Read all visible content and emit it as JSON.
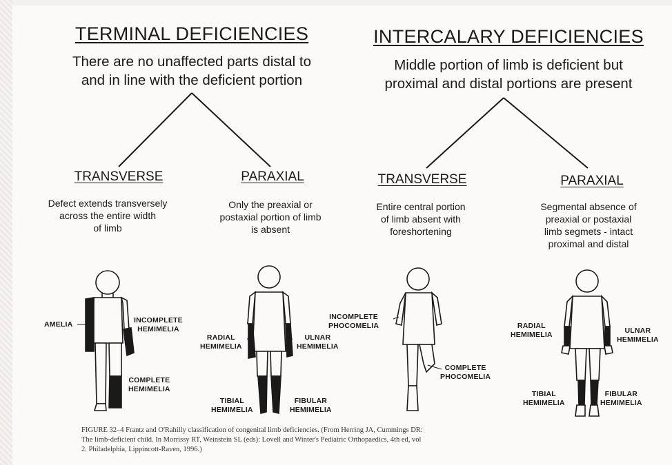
{
  "terminal": {
    "title": "TERMINAL DEFICIENCIES",
    "line1": "There are no unaffected parts distal to",
    "line2": "and in line with the deficient portion",
    "transverse": {
      "title": "TRANSVERSE",
      "lines": [
        "Defect extends transversely",
        "across the entire width",
        "of limb"
      ],
      "labels": {
        "amelia": "AMELIA",
        "incomplete_1": "INCOMPLETE",
        "incomplete_2": "HEMIMELIA",
        "complete_1": "COMPLETE",
        "complete_2": "HEMIMELIA"
      }
    },
    "paraxial": {
      "title": "PARAXIAL",
      "lines": [
        "Only the preaxial or",
        "postaxial portion of limb",
        "is absent"
      ],
      "labels": {
        "radial_1": "RADIAL",
        "radial_2": "HEMIMELIA",
        "ulnar_1": "ULNAR",
        "ulnar_2": "HEMIMELIA",
        "tibial_1": "TIBIAL",
        "tibial_2": "HEMIMELIA",
        "fibular_1": "FIBULAR",
        "fibular_2": "HEMIMELIA"
      }
    }
  },
  "intercalary": {
    "title": "INTERCALARY DEFICIENCIES",
    "line1": "Middle portion of limb is deficient but",
    "line2": "proximal and distal portions are present",
    "transverse": {
      "title": "TRANSVERSE",
      "lines": [
        "Entire central portion",
        "of limb absent with",
        "foreshortening"
      ],
      "labels": {
        "incomplete_1": "INCOMPLETE",
        "incomplete_2": "PHOCOMELIA",
        "complete_1": "COMPLETE",
        "complete_2": "PHOCOMELIA"
      }
    },
    "paraxial": {
      "title": "PARAXIAL",
      "lines": [
        "Segmental absence of",
        "preaxial or postaxial",
        "limb segmets - intact",
        "proximal and distal"
      ],
      "labels": {
        "radial_1": "RADIAL",
        "radial_2": "HEMIMELIA",
        "ulnar_1": "ULNAR",
        "ulnar_2": "HEMIMELIA",
        "tibial_1": "TIBIAL",
        "tibial_2": "HEMIMELIA",
        "fibular_1": "FIBULAR",
        "fibular_2": "HEMIMELIA"
      }
    }
  },
  "caption": {
    "line1": "FIGURE 32–4   Frantz and O'Rahilly classification of congenital limb deficiencies. (From Herring JA, Cummings DR:",
    "line2": "The limb-deficient child. In Morrissy RT, Weinstein SL (eds): Lovell and Winter's Pediatric Orthopaedics, 4th ed, vol",
    "line3": "2. Philadelphia, Lippincott-Raven, 1996.)"
  },
  "colors": {
    "ink": "#1a1a1a",
    "paper": "#fbfaf8"
  }
}
